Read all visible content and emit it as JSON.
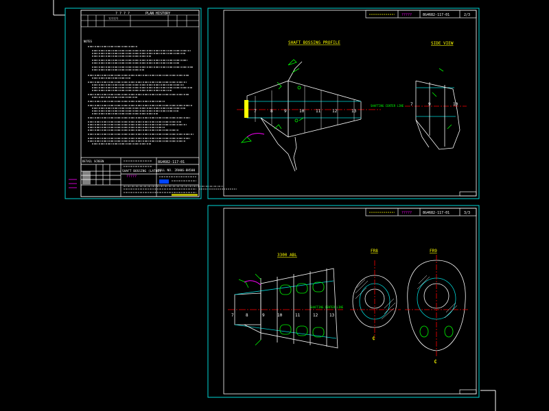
{
  "colors": {
    "background": "#000000",
    "frame": "#00d8d8",
    "title": "#ffff00",
    "magenta": "#ff00ff",
    "green": "#00ff00",
    "white": "#ffffff",
    "red": "#ff0000"
  },
  "left_sheet": {
    "history_title": "PLAN HISTORY",
    "history_marks": "? ? ? ?",
    "history_row": "??????",
    "notes_heading": "NOTES",
    "detail_label": "DETAIL SCREEN",
    "drawing_no": "8G4682-117-01",
    "drawing_title": "SHAFT BOSSING (LATHE)",
    "magenta_name": "?????",
    "hull_no": "HULL NO. 2RH06-8H500"
  },
  "sheet_top": {
    "drawing_no": "8G4682-117-01",
    "sheet": "2/3",
    "magenta_name": "?????",
    "view_title_1": "SHAFT BOSSING PROFILE",
    "view_title_2": "SIDE VIEW",
    "center_line": "SHAFTING CENTER LINE",
    "frames": [
      "7",
      "8",
      "9",
      "10",
      "11",
      "12",
      "13"
    ],
    "side_frames": [
      "7",
      "9",
      "10"
    ]
  },
  "sheet_bottom": {
    "drawing_no": "8G4682-117-01",
    "sheet": "3/3",
    "magenta_name": "?????",
    "view_title_1": "3300 ABL",
    "view_title_2": "FR8",
    "view_title_3": "FR9",
    "center_line": "SHAFTING CENTER LINE",
    "frames": [
      "7",
      "8",
      "9",
      "10",
      "11",
      "12",
      "13"
    ],
    "cl_mark": "¢"
  }
}
